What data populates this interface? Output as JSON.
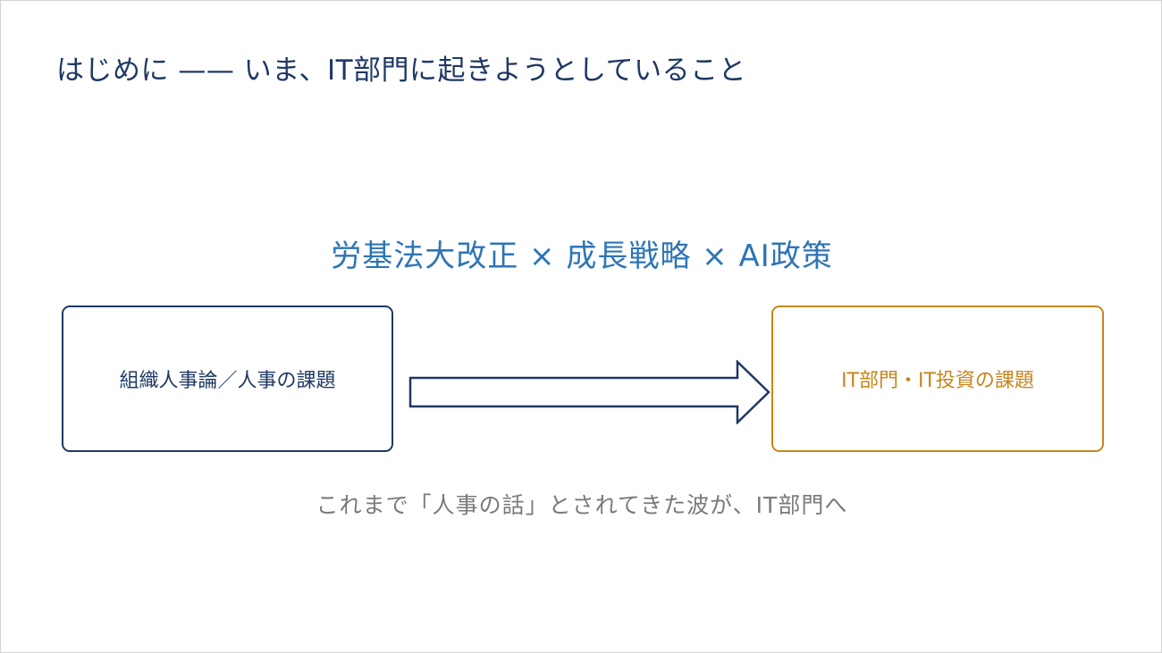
{
  "slide": {
    "title": "はじめに —— いま、IT部門に起きようとしていること",
    "theme": "労基法大改正 × 成長戦略 × AI政策",
    "left_box_label": "組織人事論／人事の課題",
    "right_box_label": "IT部門・IT投資の課題",
    "caption": "これまで「人事の話」とされてきた波が、IT部門へ"
  },
  "colors": {
    "title": "#1f3864",
    "theme": "#2e75b6",
    "left_box": "#1f3864",
    "right_box": "#c5861b",
    "caption": "#7a7a7a"
  }
}
